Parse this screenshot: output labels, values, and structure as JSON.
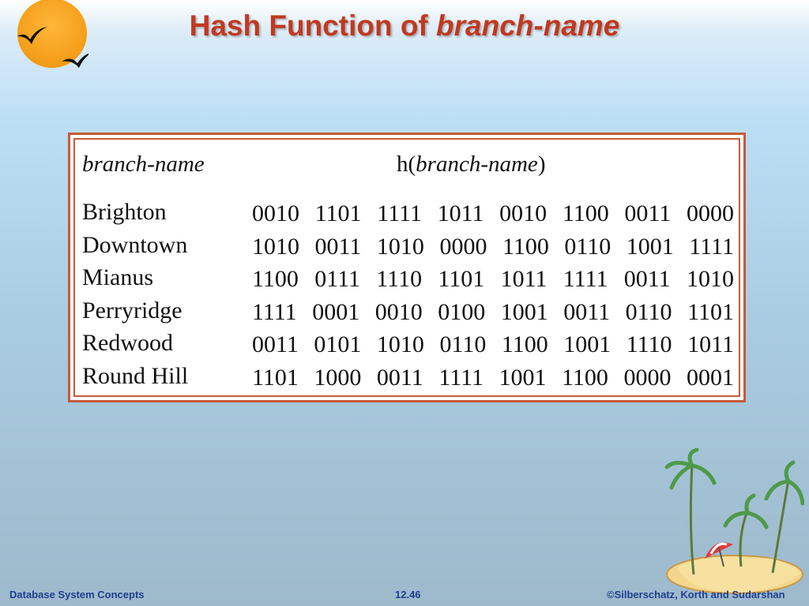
{
  "title": {
    "prefix": "Hash Function of ",
    "emphasis": "branch-name"
  },
  "table": {
    "header": {
      "name_col": "branch-name",
      "hash_prefix": "h(",
      "hash_em": "branch-name",
      "hash_suffix": ")"
    },
    "rows": [
      {
        "name": "Brighton",
        "hash": [
          "0010",
          "1101",
          "1111",
          "1011",
          "0010",
          "1100",
          "0011",
          "0000"
        ]
      },
      {
        "name": "Downtown",
        "hash": [
          "1010",
          "0011",
          "1010",
          "0000",
          "1100",
          "0110",
          "1001",
          "1111"
        ]
      },
      {
        "name": "Mianus",
        "hash": [
          "1100",
          "0111",
          "1110",
          "1101",
          "1011",
          "1111",
          "0011",
          "1010"
        ]
      },
      {
        "name": "Perryridge",
        "hash": [
          "1111",
          "0001",
          "0010",
          "0100",
          "1001",
          "0011",
          "0110",
          "1101"
        ]
      },
      {
        "name": "Redwood",
        "hash": [
          "0011",
          "0101",
          "1010",
          "0110",
          "1100",
          "1001",
          "1110",
          "1011"
        ]
      },
      {
        "name": "Round Hill",
        "hash": [
          "1101",
          "1000",
          "0011",
          "1111",
          "1001",
          "1100",
          "0000",
          "0001"
        ]
      }
    ]
  },
  "footer": {
    "left": "Database System Concepts",
    "center": "12.46",
    "right": "©Silberschatz, Korth and Sudarshan"
  },
  "decor": {
    "sun_icon": "sun-with-birds-icon",
    "island_icon": "palm-island-umbrella-icon"
  },
  "colors": {
    "title": "#c0391f",
    "frame": "#c65a3a",
    "footer": "#1f3f8f"
  }
}
